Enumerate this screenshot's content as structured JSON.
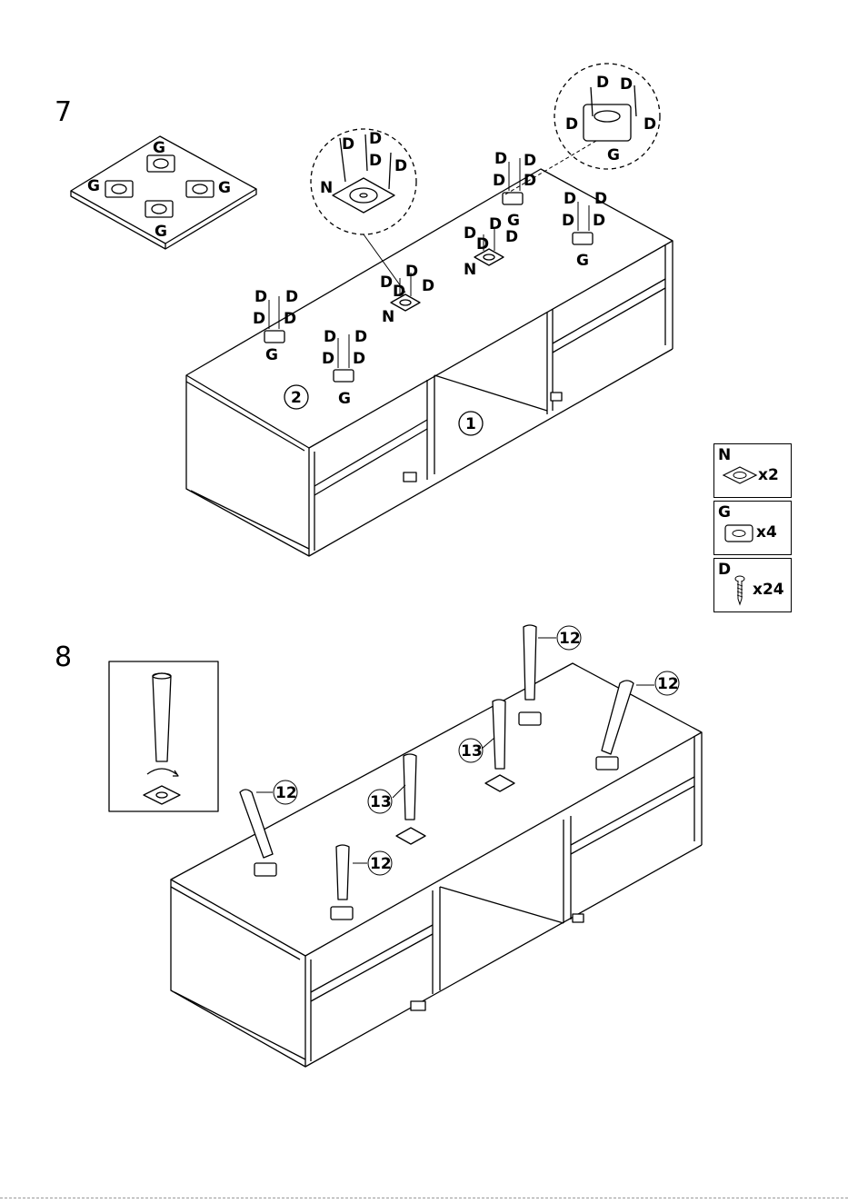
{
  "steps": [
    {
      "number": "7",
      "hardware_labels": {
        "plate_g": "G",
        "plate_n": "N",
        "screw": "D"
      },
      "panel_callouts": [
        "1",
        "2"
      ]
    },
    {
      "number": "8",
      "leg_callouts": {
        "tall": "12",
        "short": "13"
      }
    }
  ],
  "parts_list": [
    {
      "letter": "N",
      "qty": "x2",
      "icon": "round-mounting-plate-icon"
    },
    {
      "letter": "G",
      "qty": "x4",
      "icon": "square-mounting-plate-icon"
    },
    {
      "letter": "D",
      "qty": "x24",
      "icon": "screw-icon"
    }
  ]
}
